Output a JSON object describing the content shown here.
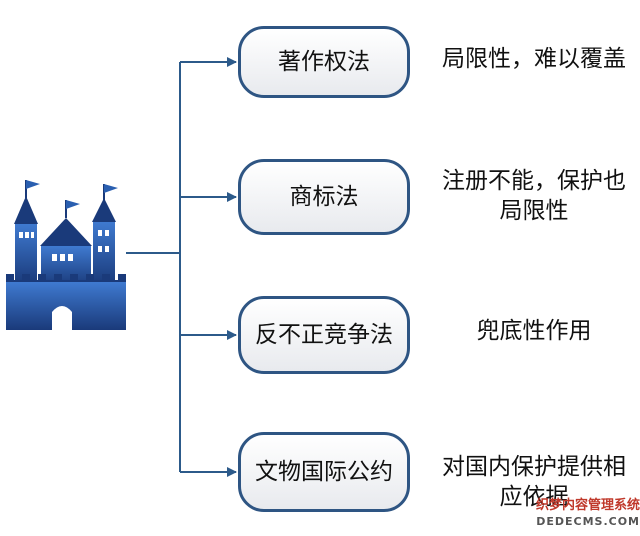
{
  "diagram": {
    "nodes": [
      {
        "label": "著作权法",
        "note": "局限性，难以覆盖"
      },
      {
        "label": "商标法",
        "note": "注册不能，保护也局限性"
      },
      {
        "label": "反不正竞争法",
        "note": "兜底性作用"
      },
      {
        "label": "文物国际公约",
        "note": "对国内保护提供相应依据"
      }
    ],
    "castle_icon": "castle-icon",
    "colors": {
      "node_border": "#2e5583",
      "connector": "#2c5a8a",
      "castle_dark": "#1a3a7a",
      "castle_light": "#3f7ad0"
    }
  },
  "watermark": {
    "line1": "织梦内容管理系统",
    "line2": "DEDECMS.COM"
  }
}
